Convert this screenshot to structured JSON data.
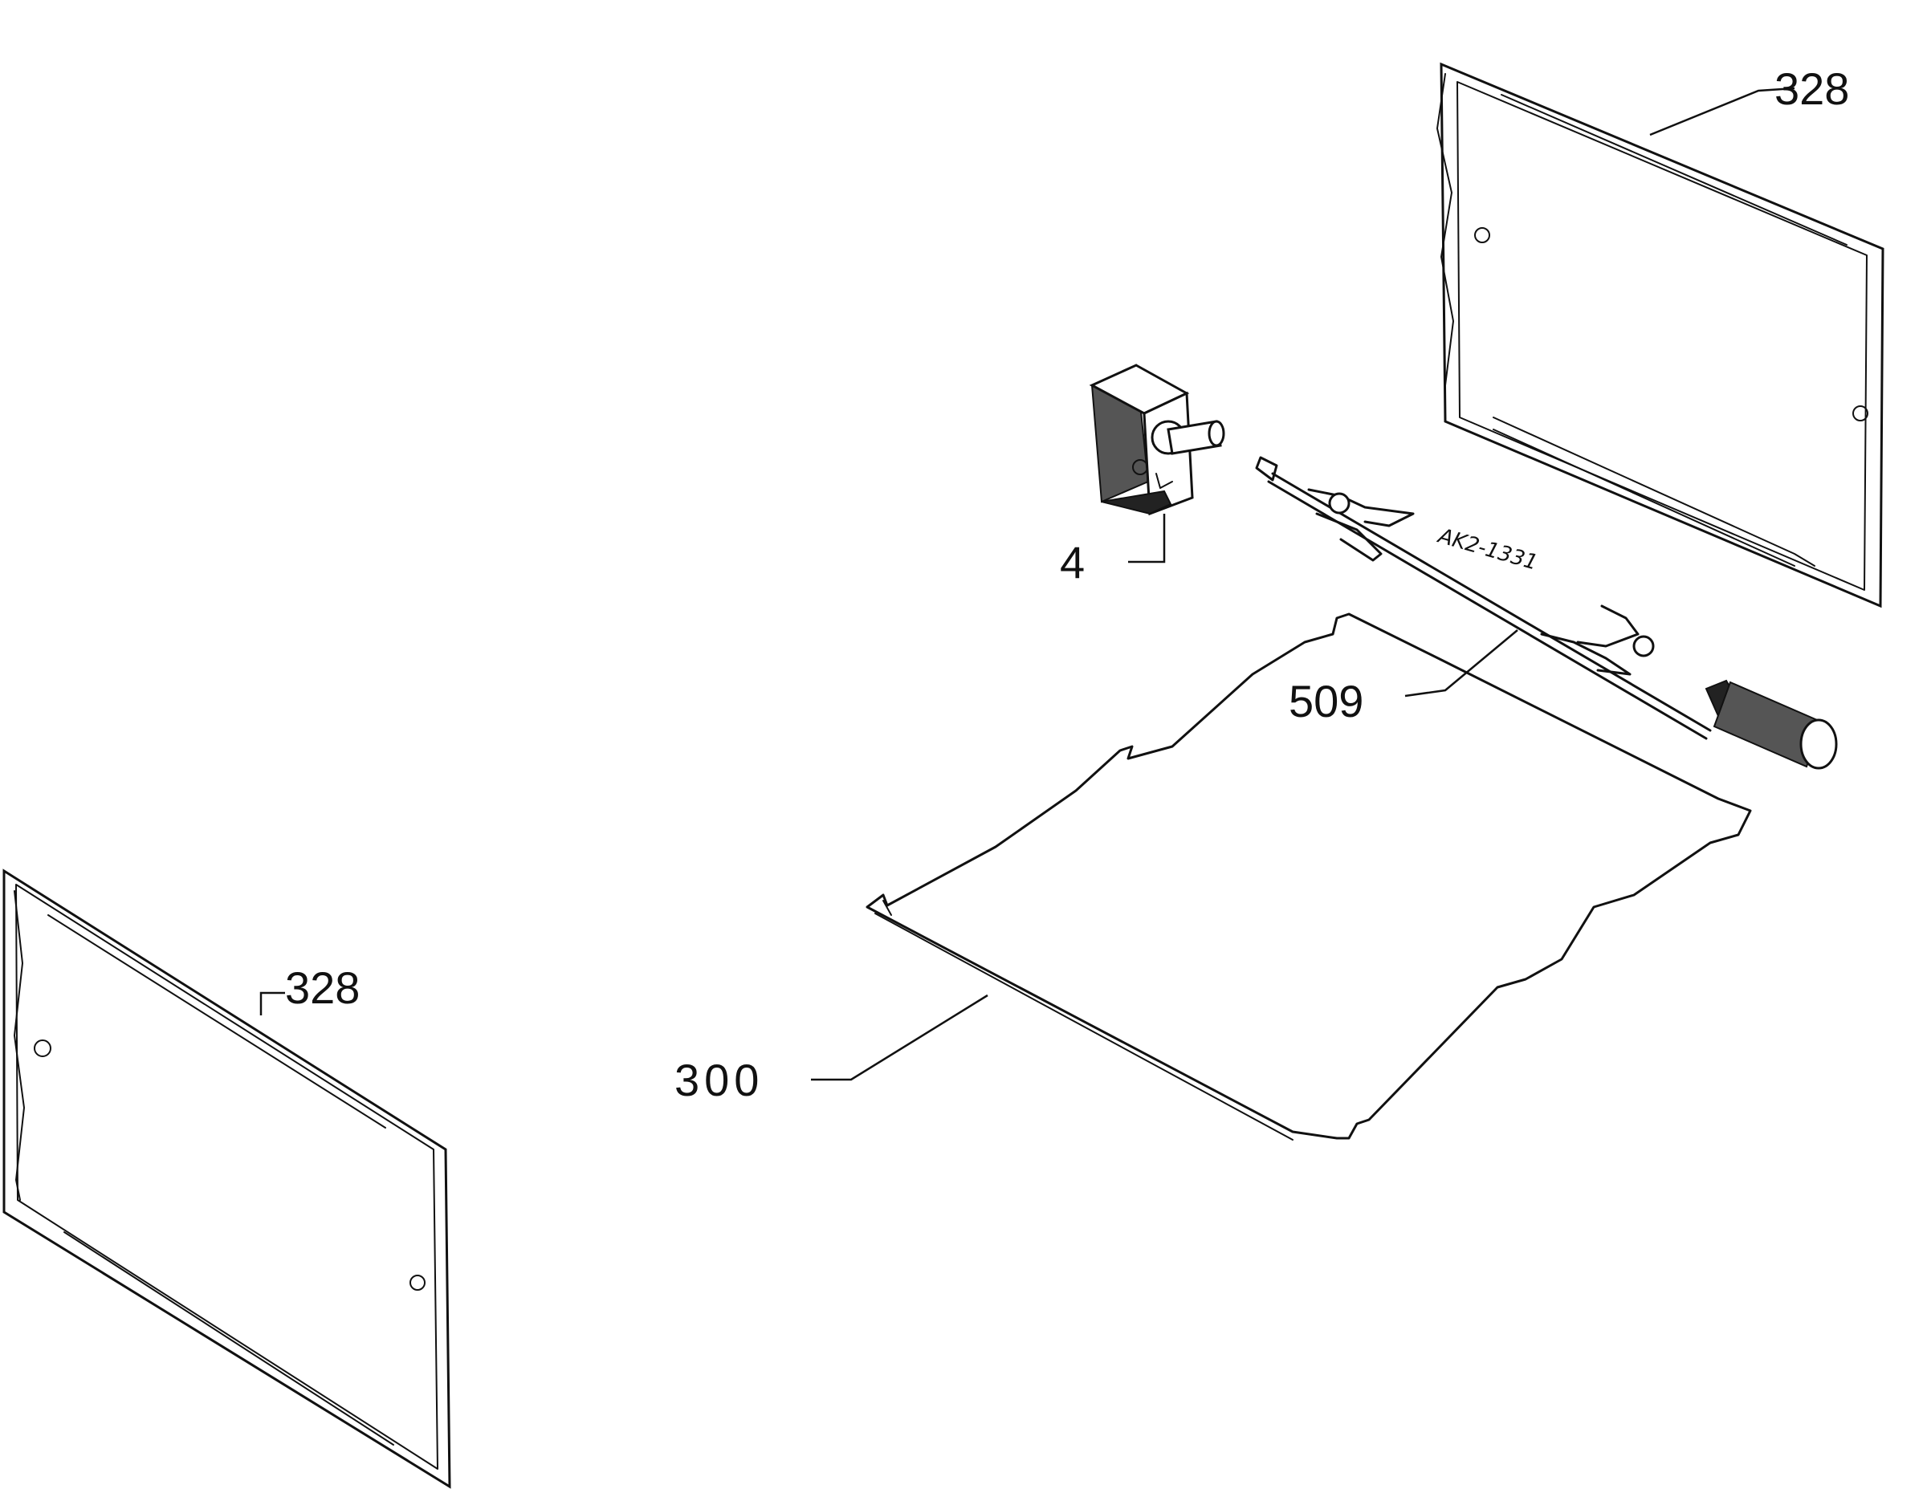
{
  "callouts": {
    "panel_top_right": "328",
    "panel_bottom_left": "328",
    "thermostat": "4",
    "rotisserie_spit": "509",
    "wire_shelf": "300"
  },
  "handwritten_note": "AK2-1331"
}
